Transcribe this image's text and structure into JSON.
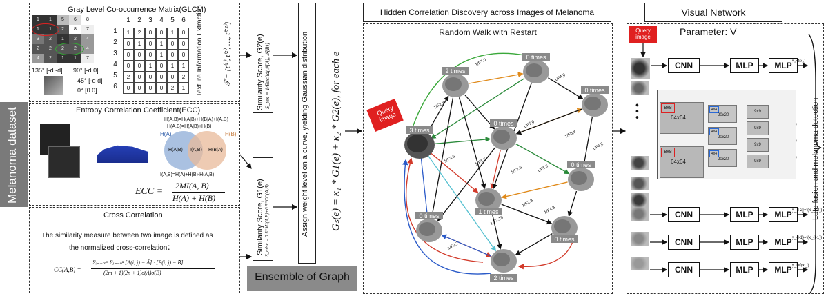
{
  "dataset": {
    "label": "Melanoma dataset"
  },
  "glcm": {
    "title": "Gray Level Co-occurrence Matrix(GLCM)",
    "col_headers": [
      "1",
      "2",
      "3",
      "4",
      "5",
      "6"
    ],
    "row_headers": [
      "1",
      "2",
      "3",
      "4",
      "5",
      "6"
    ],
    "matrix": [
      [
        "1",
        "2",
        "0",
        "0",
        "1",
        "0"
      ],
      [
        "0",
        "1",
        "0",
        "1",
        "0",
        "0"
      ],
      [
        "0",
        "0",
        "0",
        "1",
        "0",
        "0"
      ],
      [
        "0",
        "0",
        "1",
        "0",
        "1",
        "1"
      ],
      [
        "2",
        "0",
        "0",
        "0",
        "0",
        "2"
      ],
      [
        "0",
        "0",
        "0",
        "0",
        "2",
        "1"
      ]
    ],
    "img_values": [
      [
        "1",
        "1",
        "5",
        "6",
        "8"
      ],
      [
        "1",
        "1",
        "2",
        "8",
        "7"
      ],
      [
        "3",
        "2",
        "1",
        "2",
        "4"
      ],
      [
        "2",
        "2",
        "2",
        "2",
        "4"
      ],
      [
        "4",
        "2",
        "1",
        "1",
        "7"
      ]
    ],
    "angle_labels": [
      "135° [-d -d]",
      "90° [-d 0]",
      "45° [-d d]",
      "0° [0 0]"
    ],
    "feature_label": "Texture Information Extraction",
    "feature_formula": "𝒯 = {t⁽¹⁾, t⁽²⁾, …, t⁽⁷²⁾}"
  },
  "ecc": {
    "title": "Entropy Correlation Coefficient(ECC)",
    "venn_top1": "H(A,B)=H(A|B)+H(B|A)+I(A,B)",
    "venn_top2": "H(A,B)=H(A|B)+H(B)",
    "venn_left": "H(A)",
    "venn_right": "H(B)",
    "venn_a": "H(A|B)",
    "venn_mid": "I(A,B)",
    "venn_b": "H(B|A)",
    "venn_bottom": "I(A,B)=H(A)+H(B)-H(A,B)",
    "formula_lhs": "ECC =",
    "formula_num": "2MI(A, B)",
    "formula_den": "H(A) + H(B)"
  },
  "cc": {
    "title": "Cross Correlation",
    "desc1": "The similarity measure between two image is defined as",
    "desc2": "the normalized cross-correlation：",
    "formula_lhs": "CC(A,B) =",
    "formula_num": "Σᵢ₌₋ₘᵐ Σⱼ₌₋ₙⁿ [A(i, j) − Ā] · [B(i, j) − B̄]",
    "formula_den": "(2m + 1)(2n + 1)σ(A)σ(B)"
  },
  "scores": {
    "g2_title": "Similarity Score, G2(e)",
    "g2_formula": "S_tex = 1/Euclid(𝒯(A), 𝒯(B))",
    "g1_title": "Similarity Score, G1(e)",
    "g1_formula": "S_misc = 0.5*MI(A,B)+0.5*CC(A,B)"
  },
  "weight": {
    "label": "Assign weight level on a curve, yielding Gaussian distribution"
  },
  "gs_formula": "Gₛ(e) = κ₁ * G1(e) + κ₂ * G2(e),  for each e",
  "ensemble": {
    "label": "Ensemble of Graph"
  },
  "hcd": {
    "title": "Hidden Correlation Discovery across Images of Melanoma",
    "subtitle": "Random Walk with Restart",
    "query_label": "Query image",
    "nodes": [
      "0 times",
      "2 times",
      "0 times",
      "3 times",
      "0 times",
      "0 times",
      "1 times",
      "0 times",
      "0 times",
      "2 times"
    ],
    "edge_labels": [
      "1/F7,0",
      "1/F4,0",
      "1/F2,9",
      "1/F7,0",
      "1/F3,6",
      "1/F1,6",
      "1/F2,6",
      "1/F1,6",
      "1/F5,8",
      "1/F2,8",
      "1/F2,10",
      "1/F2,7",
      "1/F4,8",
      "1/F6,8"
    ]
  },
  "visual": {
    "title": "Visual Network",
    "parameter": "Parameter: V",
    "query_label": "Query image",
    "cnn": "CNN",
    "mlp": "MLP",
    "outputs": [
      "y₁=f(x₁)",
      "y_{l-2}=f(x_{l-2})",
      "y_{l-1}=f(x_{l-1})",
      "y_l=f(x_l)"
    ],
    "dots": "• • •",
    "conv_small": "8x8",
    "conv_big": "64x64",
    "conv_c1": "4x4",
    "conv_c2": "20x20",
    "conv_d": "9x9",
    "late_fusion": "Late fusion and melanoma detection"
  },
  "colors": {
    "query_red": "#e02020",
    "venn_left": "#9bb6dc",
    "venn_right": "#e8b99a",
    "gray_tag": "#8a8a8a",
    "tan": "#c9b79a"
  }
}
